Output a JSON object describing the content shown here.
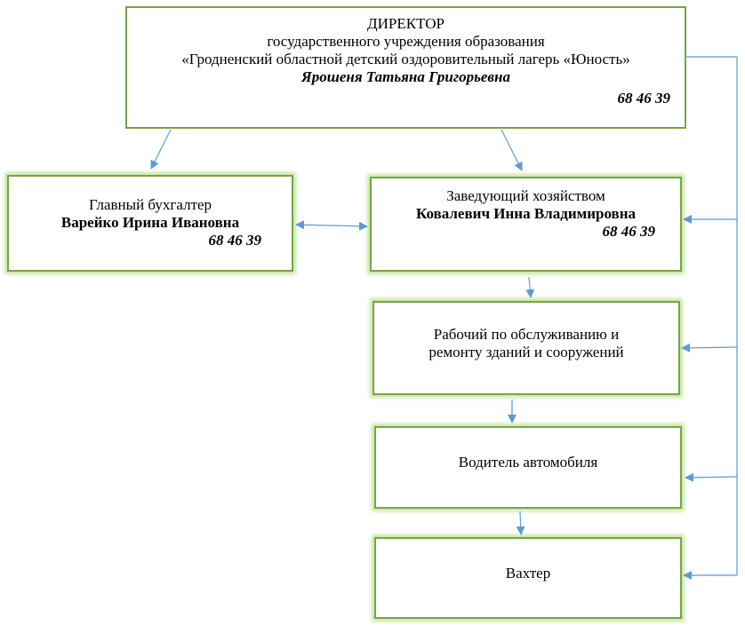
{
  "director": {
    "title": "ДИРЕКТОР",
    "org_line1": "государственного учреждения образования",
    "org_line2": "«Гродненский областной детский оздоровительный лагерь «Юность»",
    "name": "Ярошеня Татьяна Григорьевна",
    "phone": "68 46 39"
  },
  "accountant": {
    "title": "Главный бухгалтер",
    "name": "Варейко Ирина Ивановна",
    "phone": "68 46 39"
  },
  "manager": {
    "title": "Заведующий хозяйством",
    "name": "Ковалевич Инна Владимировна",
    "phone": "68 46 39"
  },
  "worker": {
    "line1": "Рабочий по обслуживанию и",
    "line2": "ремонту зданий и сооружений"
  },
  "driver": {
    "title": "Водитель автомобиля"
  },
  "guard": {
    "title": "Вахтер"
  },
  "colors": {
    "box_border": "#77a444",
    "box_glow": "#c9e7a8",
    "connector": "#5b9bd5"
  }
}
